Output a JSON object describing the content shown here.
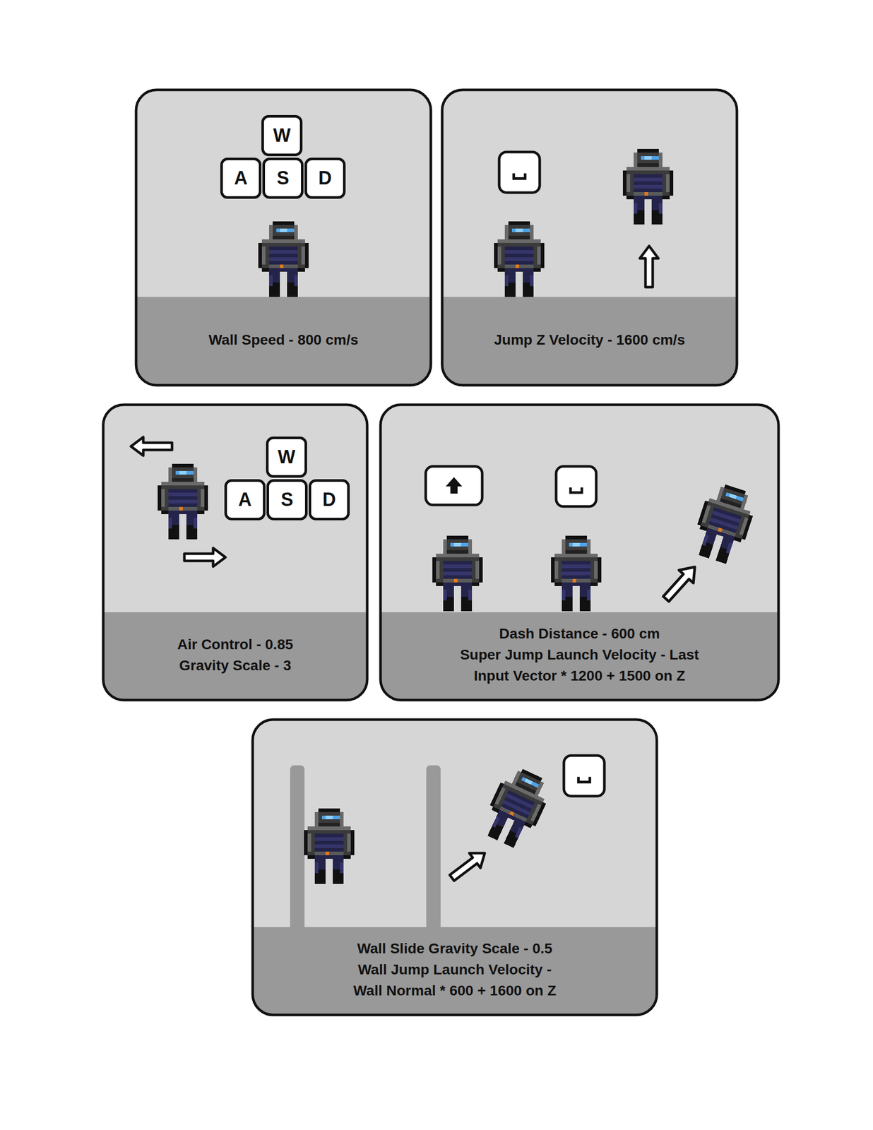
{
  "diagram": {
    "nodes": [
      {
        "text": [
          "Wall Speed - 800 cm/s"
        ]
      },
      {
        "text": [
          "W"
        ],
        "in": 0
      },
      {
        "text": [
          "A"
        ],
        "in": 0
      },
      {
        "text": [
          "S"
        ],
        "in": 0
      },
      {
        "text": [
          "D"
        ],
        "in": 0
      },
      {
        "text": [
          "Jump Z Velocity - 1600 cm/s"
        ]
      },
      {
        "text": [
          "Air Control - 0.85",
          "Gravity Scale - 3"
        ]
      },
      {
        "text": [
          "W"
        ],
        "in": 6
      },
      {
        "text": [
          "A"
        ],
        "in": 6
      },
      {
        "text": [
          "S"
        ],
        "in": 6
      },
      {
        "text": [
          "D"
        ],
        "in": 6
      },
      {
        "text": [
          "Dash Distance - 600 cm",
          "Super Jump Launch Velocity - Last Input Vector * 1200 + 1500 on Z"
        ]
      },
      {
        "text": [
          "Wall Slide Gravity Scale - 0.5",
          "Wall Jump Launch Velocity - Wall Normal * 600 + 1600 on Z"
        ]
      }
    ]
  }
}
